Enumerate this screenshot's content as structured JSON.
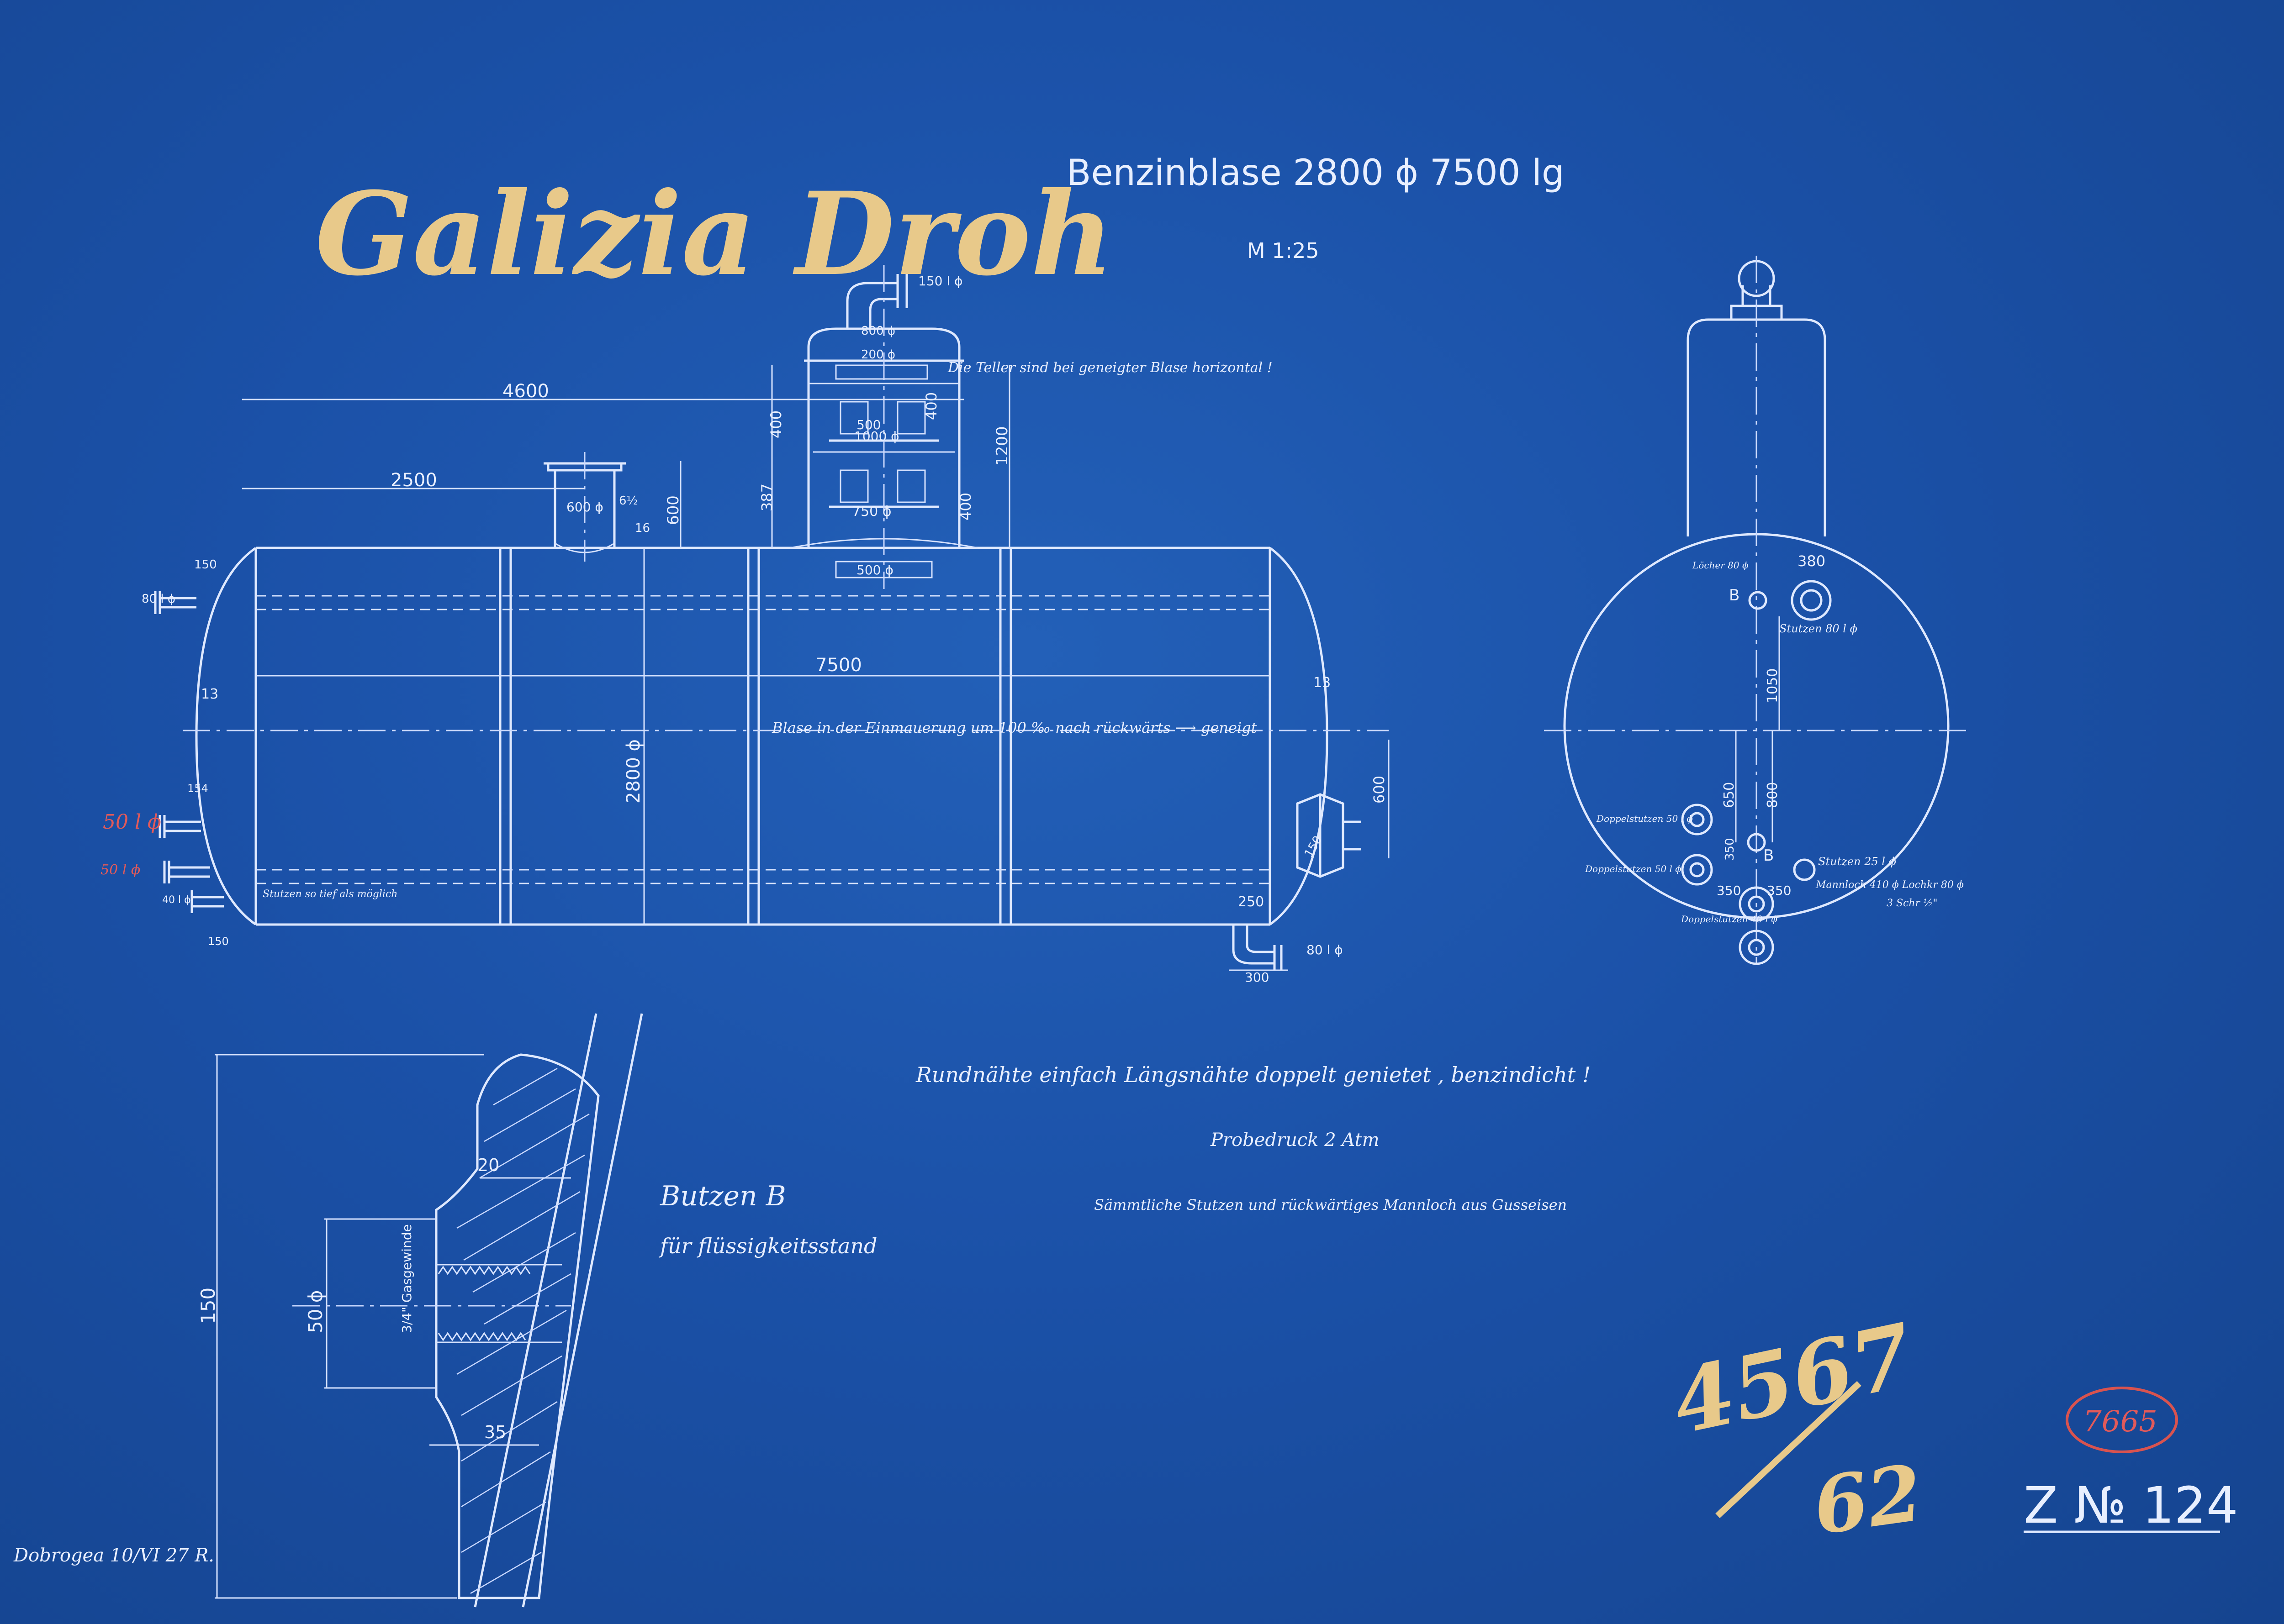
{
  "colors": {
    "paper": "#1b51a8",
    "line": "#dfe9ff",
    "chalk": "#e8c98a",
    "stamp": "#d9534f"
  },
  "header": {
    "handwritten_title": "Galizia Droh",
    "title": "Benzinblase 2800 ϕ 7500 lg",
    "scale": "M 1:25"
  },
  "side_view": {
    "dims": {
      "overall": "4600",
      "to_dome": "2500",
      "length": "7500",
      "diameter": "2800 ϕ",
      "manhole_top": "600",
      "manhole_dia": "600 ϕ",
      "small_6": "6½",
      "small_16": "16",
      "dome_height": "1200",
      "dome_400a": "400",
      "dome_400b": "400",
      "dome_387": "387",
      "dome_400c": "400",
      "dome_1000": "1000 ϕ",
      "dome_500": "500",
      "dome_750": "750 ϕ",
      "dome_500b": "500 ϕ",
      "dome_800": "800 ϕ",
      "dome_200": "200 ϕ",
      "nozzle_top": "150 l ϕ",
      "rear_600": "600",
      "rear_150": "150",
      "rear_13": "13",
      "front_13": "13",
      "front_150": "150",
      "front_80": "80 l ϕ",
      "front_154": "154",
      "bottom_250": "250",
      "bottom_300": "300",
      "bottom_80": "80 l ϕ",
      "bottom_150": "150"
    },
    "notes": {
      "tray": "Die Teller sind bei geneigter Blase horizontal !",
      "tilt": "Blase in der Einmauerung um 100 ‰ nach rückwärts ⟶ geneigt",
      "nozzle": "Stutzen so tief als möglich",
      "red_1": "50 l ϕ",
      "red_2": "50 l ϕ",
      "n40": "40 l ϕ"
    }
  },
  "end_view": {
    "labels": {
      "b1": "B",
      "b2": "B",
      "loecher": "Löcher 80 ϕ",
      "d380": "380",
      "stutzen80": "Stutzen 80 l ϕ",
      "d1050": "1050",
      "d650": "650",
      "d800": "800",
      "d350a": "350",
      "d350b": "350",
      "d350c": "350",
      "doppel1": "Doppelstutzen 50 l ϕ",
      "doppel2": "Doppelstutzen 50 l ϕ",
      "doppel3": "Doppelstutzen 40 l ϕ",
      "stutzen25": "Stutzen 25 l ϕ",
      "mannloch": "Mannloch 410 ϕ Lochkr 80 ϕ",
      "schr": "3 Schr ½\""
    }
  },
  "detail": {
    "title": "Butzen B",
    "subtitle": "für flüssigkeitsstand",
    "d150": "150",
    "d50": "50 ϕ",
    "d34": "3/4\" Gasgewinde",
    "d20": "20",
    "d35": "35"
  },
  "notes": {
    "rivets": "Rundnähte einfach Längsnähte doppelt genietet , benzindicht !",
    "pressure": "Probedruck 2 Atm",
    "material": "Sämmtliche Stutzen und rückwärtiges Mannloch aus Gusseisen"
  },
  "corner": {
    "chalk_number": "4567",
    "chalk_sub": "62",
    "stamp": "7665",
    "drawing_no": "Z № 124",
    "signature": "Dobrogea 10/VI 27 R."
  }
}
